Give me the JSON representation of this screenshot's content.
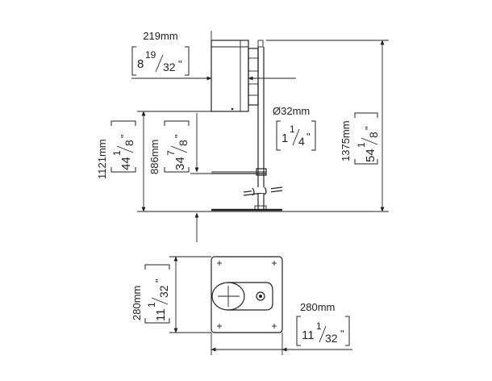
{
  "dims": {
    "top_width": {
      "mm": "219mm",
      "inch_whole": "8",
      "inch_num": "19",
      "inch_den": "32",
      "inch_mark": "\""
    },
    "pole_diameter": {
      "mm": "Ø32mm",
      "inch_whole": "1",
      "inch_num": "1",
      "inch_den": "4",
      "inch_mark": "\""
    },
    "height_total": {
      "mm": "1375mm",
      "inch_whole": "54",
      "inch_num": "1",
      "inch_den": "8",
      "inch_mark": "\""
    },
    "height_upper": {
      "mm": "1121mm",
      "inch_whole": "44",
      "inch_num": "1",
      "inch_den": "8",
      "inch_mark": "\""
    },
    "height_lower": {
      "mm": "886mm",
      "inch_whole": "34",
      "inch_num": "7",
      "inch_den": "8",
      "inch_mark": "\""
    },
    "base_depth": {
      "mm": "280mm",
      "inch_whole": "11",
      "inch_num": "1",
      "inch_den": "32",
      "inch_mark": "\""
    },
    "base_width": {
      "mm": "280mm",
      "inch_whole": "11",
      "inch_num": "1",
      "inch_den": "32",
      "inch_mark": "\""
    }
  }
}
